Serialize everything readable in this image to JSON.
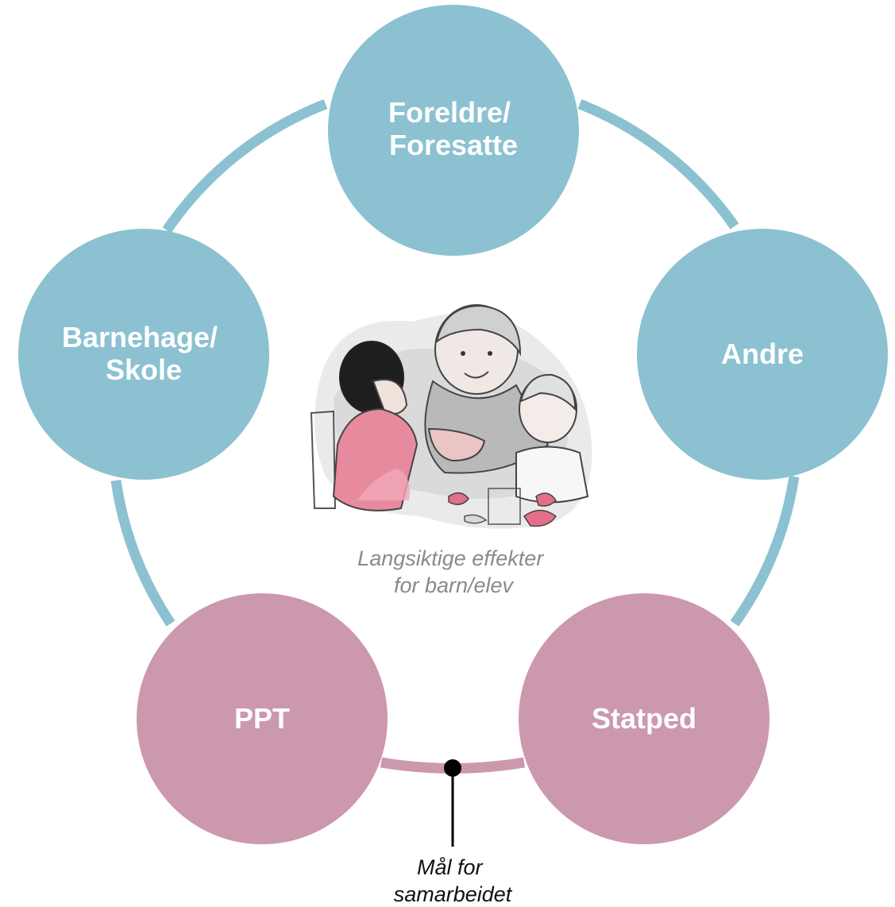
{
  "nodes": {
    "foreldre": {
      "line1": "Foreldre/",
      "line2": "Foresatte"
    },
    "andre": {
      "label": "Andre"
    },
    "barnehage": {
      "line1": "Barnehage/",
      "line2": "Skole"
    },
    "ppt": {
      "label": "PPT"
    },
    "statped": {
      "label": "Statped"
    }
  },
  "center": {
    "caption_line1": "Langsiktige effekter",
    "caption_line2": "for barn/elev"
  },
  "goal": {
    "line1": "Mål for",
    "line2": "samarbeidet"
  },
  "colors": {
    "blue": "#8cc1d1",
    "pink": "#cc98ae"
  }
}
